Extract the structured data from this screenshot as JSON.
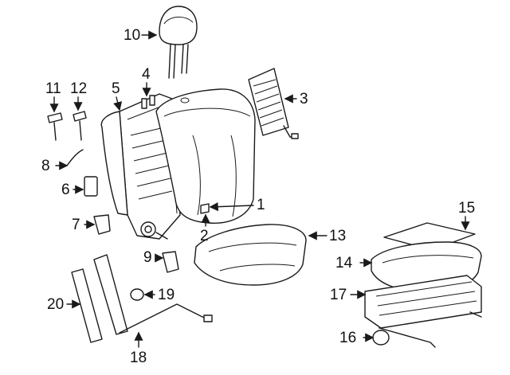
{
  "callouts": {
    "c1": "1",
    "c2": "2",
    "c3": "3",
    "c4": "4",
    "c5": "5",
    "c6": "6",
    "c7": "7",
    "c8": "8",
    "c9": "9",
    "c10": "10",
    "c11": "11",
    "c12": "12",
    "c13": "13",
    "c14": "14",
    "c15": "15",
    "c16": "16",
    "c17": "17",
    "c18": "18",
    "c19": "19",
    "c20": "20"
  },
  "colors": {
    "line": "#1a1a1a",
    "background": "#ffffff",
    "shade": "#e2e2e2"
  }
}
